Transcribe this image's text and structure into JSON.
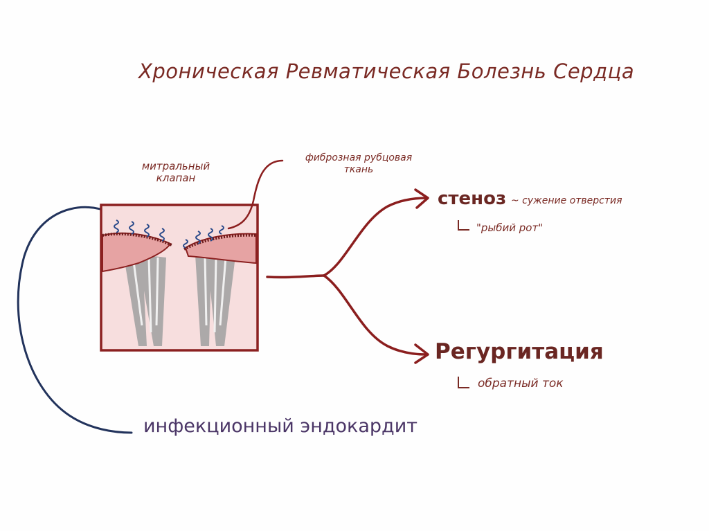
{
  "title": "Хроническая Ревматическая Болезнь Сердца",
  "labels": {
    "mitral_valve_line1": "митральный",
    "mitral_valve_line2": "клапан",
    "fibrous_tissue_line1": "фиброзная рубцовая",
    "fibrous_tissue_line2": "ткань",
    "stenosis": "стеноз",
    "stenosis_note": "~ сужение отверстия",
    "fish_mouth": "\"рыбий рот\"",
    "regurgitation": "Регургитация",
    "reverse_flow": "обратный ток",
    "endocarditis": "инфекционный эндокардит"
  },
  "colors": {
    "brown": "#7a2a24",
    "dark_red": "#8b1e1e",
    "navy": "#22335c",
    "box_fill": "#f7dede",
    "box_border": "#8b2020",
    "valve_tissue": "#e8a0a0",
    "chordae": "#9a9a9a",
    "vegetation_blue": "#2a4a8a"
  },
  "icons": {
    "arrow_to_stenosis": "arrow-right-icon",
    "arrow_to_regurgitation": "arrow-right-icon"
  }
}
